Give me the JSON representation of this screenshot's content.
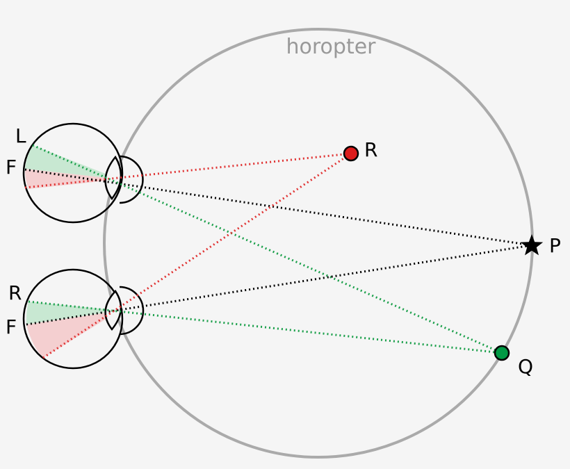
{
  "horopter": {
    "label": "horopter",
    "color": "#aaaaaa"
  },
  "eyes": {
    "top": {
      "retina_label": "L",
      "fovea_label": "F"
    },
    "bottom": {
      "retina_label": "R",
      "fovea_label": "F"
    }
  },
  "points": {
    "fixation": {
      "label": "P",
      "marker": "star"
    },
    "on_horopter": {
      "label": "Q",
      "color": "#009944"
    },
    "off_horopter": {
      "label": "R",
      "color": "#dd1c1c"
    }
  },
  "colors": {
    "green_line": "#1a9f4a",
    "red_line": "#e03333",
    "black_line": "#000000",
    "green_fill": "#c8e8d2",
    "red_fill": "#f4cfd0"
  }
}
